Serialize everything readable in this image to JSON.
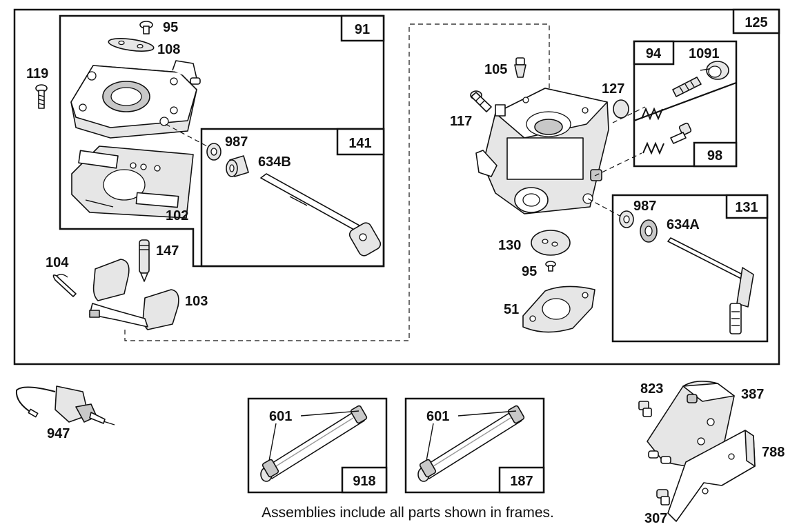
{
  "frames": {
    "main": "125",
    "upper_body": "91",
    "throttle_shaft": "141",
    "idle_needles_upper": "94",
    "idle_needles_lower": "98",
    "choke_shaft": "131",
    "fuel_line_a": "918",
    "fuel_line_b": "187"
  },
  "parts": {
    "p95_top": "95",
    "p108": "108",
    "p119": "119",
    "p102": "102",
    "p987_a": "987",
    "p634b": "634B",
    "p147": "147",
    "p104": "104",
    "p103": "103",
    "p105": "105",
    "p117": "117",
    "p127": "127",
    "p1091": "1091",
    "p987_b": "987",
    "p634a": "634A",
    "p130": "130",
    "p95_bottom": "95",
    "p51": "51",
    "p947": "947",
    "p601_a": "601",
    "p601_b": "601",
    "p823": "823",
    "p387": "387",
    "p788": "788",
    "p307": "307"
  },
  "caption": "Assemblies include all parts shown in frames."
}
